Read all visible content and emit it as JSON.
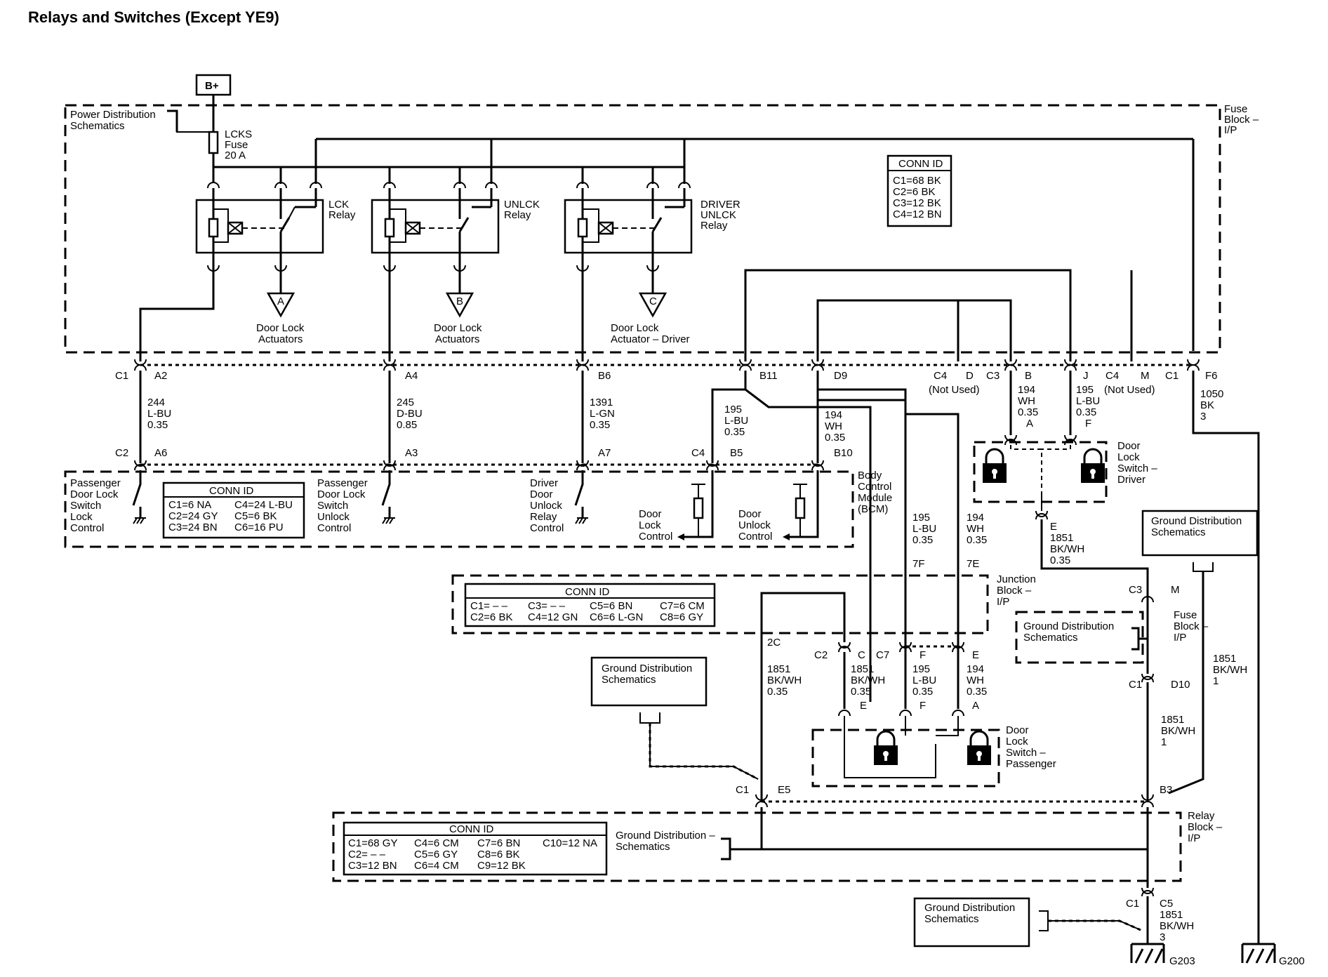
{
  "title": "Relays and Switches (Except YE9)",
  "power": {
    "bplus": "B+",
    "pds": [
      "Power Distribution",
      "Schematics"
    ],
    "fuse": [
      "LCKS",
      "Fuse",
      "20 A"
    ],
    "fuse_block": [
      "Fuse",
      "Block –",
      "I/P"
    ]
  },
  "relays": {
    "lck": [
      "LCK",
      "Relay"
    ],
    "unlck": [
      "UNLCK",
      "Relay"
    ],
    "driver": [
      "DRIVER",
      "UNLCK",
      "Relay"
    ]
  },
  "actuators": {
    "a_flag": "A",
    "b_flag": "B",
    "c_flag": "C",
    "a_label": [
      "Door Lock",
      "Actuators"
    ],
    "b_label": [
      "Door Lock",
      "Actuators"
    ],
    "c_label": [
      "Door Lock",
      "Actuator – Driver"
    ]
  },
  "conn_fuse": {
    "title": "CONN ID",
    "rows": [
      "C1=68 BK",
      "C2=6 BK",
      "C3=12 BK",
      "C4=12 BN"
    ]
  },
  "pins_top": {
    "c1": "C1",
    "a2": "A2",
    "a4": "A4",
    "b6": "B6",
    "b11": "B11",
    "d9": "D9",
    "c4": "C4",
    "d": "D",
    "not_used1": "(Not Used)",
    "c3": "C3",
    "b": "B",
    "j": "J",
    "c4b": "C4",
    "m": "M",
    "not_used2": "(Not Used)",
    "c1b": "C1",
    "f6": "F6"
  },
  "wires_top": {
    "w244": [
      "244",
      "L-BU",
      "0.35"
    ],
    "w245": [
      "245",
      "D-BU",
      "0.85"
    ],
    "w1391": [
      "1391",
      "L-GN",
      "0.35"
    ],
    "w195a": [
      "195",
      "L-BU",
      "0.35"
    ],
    "w194a": [
      "194",
      "WH",
      "0.35"
    ],
    "w194b": [
      "194",
      "WH",
      "0.35"
    ],
    "w195b": [
      "195",
      "L-BU",
      "0.35"
    ],
    "w1050": [
      "1050",
      "BK",
      "3"
    ],
    "pin_a": "A",
    "pin_f": "F"
  },
  "driver_switch": [
    "Door",
    "Lock",
    "Switch –",
    "Driver"
  ],
  "pins_bcm": {
    "c2": "C2",
    "a6": "A6",
    "a3": "A3",
    "a7": "A7",
    "c4": "C4",
    "b5": "B5",
    "b10": "B10"
  },
  "bcm": {
    "label": [
      "Body",
      "Control",
      "Module",
      "(BCM)"
    ],
    "pass_lock": [
      "Passenger",
      "Door Lock",
      "Switch",
      "Lock",
      "Control"
    ],
    "pass_unlock": [
      "Passenger",
      "Door Lock",
      "Switch",
      "Unlock",
      "Control"
    ],
    "driver_unlock": [
      "Driver",
      "Door",
      "Unlock",
      "Relay",
      "Control"
    ],
    "door_lock_ctrl": [
      "Door",
      "Lock",
      "Control"
    ],
    "door_unlock_ctrl": [
      "Door",
      "Unlock",
      "Control"
    ],
    "conn": {
      "title": "CONN ID",
      "rows": [
        "C1=6 NA",
        "C2=24 GY",
        "C3=24 BN",
        "C4=24 L-BU",
        "C5=6 BK",
        "C6=16 PU"
      ]
    }
  },
  "mid": {
    "e_pin": "E",
    "w1851a": [
      "1851",
      "BK/WH",
      "0.35"
    ],
    "w195c": [
      "195",
      "L-BU",
      "0.35"
    ],
    "w194c": [
      "194",
      "WH",
      "0.35"
    ],
    "p7f": "7F",
    "p7e": "7E",
    "gnd_right": [
      "Ground Distribution",
      "Schematics"
    ]
  },
  "junction": {
    "label": [
      "Junction",
      "Block –",
      "I/P"
    ],
    "conn": {
      "title": "CONN ID",
      "rows": [
        "C1= – –",
        "C2=6 BK",
        "C3= – –",
        "C4=12 GN",
        "C5=6 BN",
        "C6=6 L-GN",
        "C7=6 CM",
        "C8=6 GY"
      ]
    }
  },
  "fuse_small": {
    "c3": "C3",
    "m": "M",
    "label": [
      "Fuse",
      "Block –",
      "I/P"
    ],
    "gnd": [
      "Ground Distribution",
      "Schematics"
    ],
    "c1": "C1",
    "d10": "D10"
  },
  "pass_switch": {
    "p2c": "2C",
    "c2": "C2",
    "c": "C",
    "c7": "C7",
    "f": "F",
    "e": "E",
    "w1851b": [
      "1851",
      "BK/WH",
      "0.35"
    ],
    "w1851c": [
      "1851",
      "BK/WH",
      "0.35"
    ],
    "w195d": [
      "195",
      "L-BU",
      "0.35"
    ],
    "w194d": [
      "194",
      "WH",
      "0.35"
    ],
    "pe": "E",
    "pf": "F",
    "pa": "A",
    "label": [
      "Door",
      "Lock",
      "Switch –",
      "Passenger"
    ],
    "gnd_left": [
      "Ground Distribution",
      "Schematics"
    ]
  },
  "right_wires": {
    "w1851r": [
      "1851",
      "BK/WH",
      "1"
    ],
    "w1851s": [
      "1851",
      "BK/WH",
      "1"
    ]
  },
  "relay_block": {
    "c1": "C1",
    "e5": "E5",
    "b3": "B3",
    "label": [
      "Relay",
      "Block –",
      "I/P"
    ],
    "gnd": [
      "Ground Distribution –",
      "Schematics"
    ],
    "conn": {
      "title": "CONN ID",
      "rows": [
        "C1=68 GY",
        "C2= – –",
        "C3=12 BN",
        "C4=6 CM",
        "C5=6 GY",
        "C6=4 CM",
        "C7=6 BN",
        "C8=6 BK",
        "C9=12 BK",
        "C10=12 NA"
      ]
    }
  },
  "bottom": {
    "c1": "C1",
    "c5": "C5",
    "w1851": [
      "1851",
      "BK/WH",
      "3"
    ],
    "gnd": [
      "Ground Distribution",
      "Schematics"
    ],
    "g203": "G203",
    "g200": "G200"
  }
}
